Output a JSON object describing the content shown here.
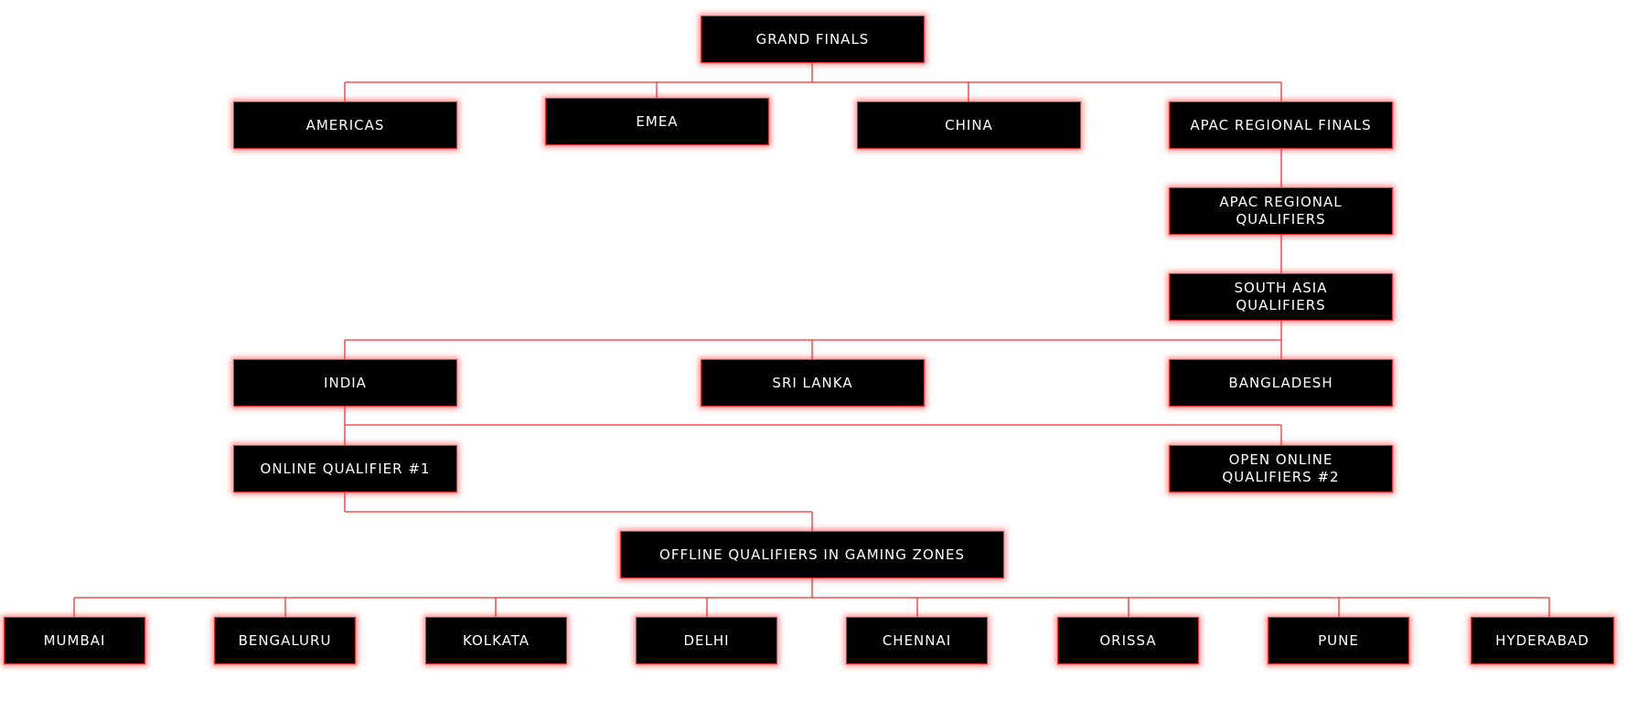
{
  "diagram": {
    "accent_color": "#ff2a2a",
    "box_color": "#000000",
    "nodes": {
      "grand_finals": "GRAND FINALS",
      "americas": "AMERICAS",
      "emea": "EMEA",
      "china": "CHINA",
      "apac_regional_finals": "APAC REGIONAL FINALS",
      "apac_regional_qualifiers": "APAC REGIONAL\nQUALIFIERS",
      "south_asia_qualifiers": "SOUTH ASIA\nQUALIFIERS",
      "india": "INDIA",
      "sri_lanka": "SRI LANKA",
      "bangladesh": "BANGLADESH",
      "online_qualifier_1": "ONLINE QUALIFIER #1",
      "open_online_qualifiers_2": "OPEN ONLINE\nQUALIFIERS #2",
      "offline_qualifiers": "OFFLINE QUALIFIERS IN GAMING ZONES",
      "mumbai": "MUMBAI",
      "bengaluru": "BENGALURU",
      "kolkata": "KOLKATA",
      "delhi": "DELHI",
      "chennai": "CHENNAI",
      "orissa": "ORISSA",
      "pune": "PUNE",
      "hyderabad": "HYDERABAD"
    },
    "edges": [
      [
        "grand_finals",
        "americas"
      ],
      [
        "grand_finals",
        "emea"
      ],
      [
        "grand_finals",
        "china"
      ],
      [
        "grand_finals",
        "apac_regional_finals"
      ],
      [
        "apac_regional_finals",
        "apac_regional_qualifiers"
      ],
      [
        "apac_regional_qualifiers",
        "south_asia_qualifiers"
      ],
      [
        "south_asia_qualifiers",
        "india"
      ],
      [
        "south_asia_qualifiers",
        "sri_lanka"
      ],
      [
        "south_asia_qualifiers",
        "bangladesh"
      ],
      [
        "india",
        "online_qualifier_1"
      ],
      [
        "india",
        "open_online_qualifiers_2"
      ],
      [
        "online_qualifier_1",
        "offline_qualifiers"
      ],
      [
        "offline_qualifiers",
        "mumbai"
      ],
      [
        "offline_qualifiers",
        "bengaluru"
      ],
      [
        "offline_qualifiers",
        "kolkata"
      ],
      [
        "offline_qualifiers",
        "delhi"
      ],
      [
        "offline_qualifiers",
        "chennai"
      ],
      [
        "offline_qualifiers",
        "orissa"
      ],
      [
        "offline_qualifiers",
        "pune"
      ],
      [
        "offline_qualifiers",
        "hyderabad"
      ]
    ]
  }
}
